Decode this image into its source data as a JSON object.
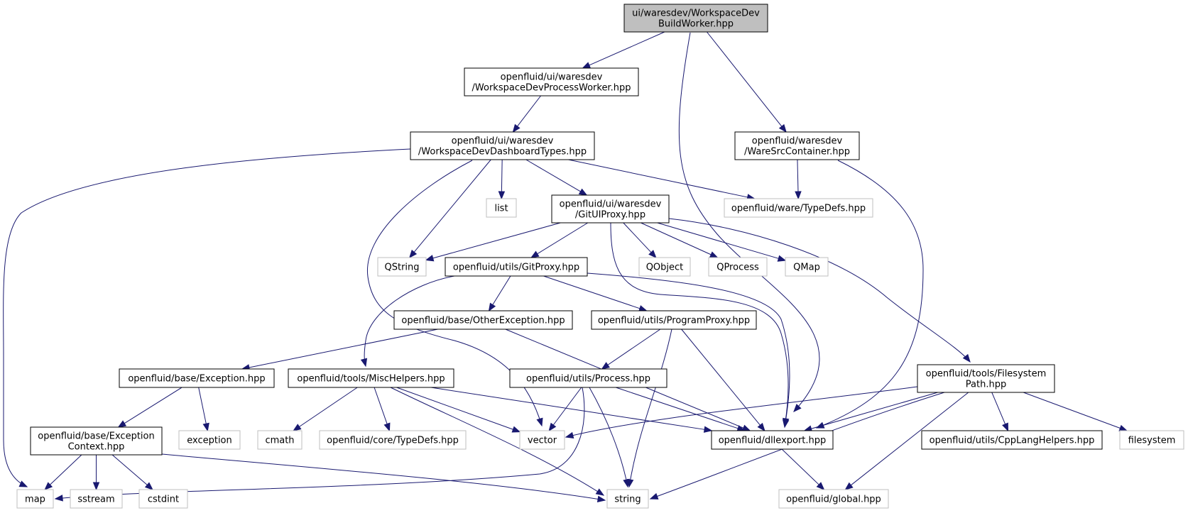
{
  "colors": {
    "edge": "#191970",
    "root_fill": "#bfbfbf",
    "documented_border": "#000000",
    "system_border": "#bfbfbf"
  },
  "nodes": [
    {
      "id": "root",
      "lines": [
        "ui/waresdev/WorkspaceDev",
        "BuildWorker.hpp"
      ],
      "kind": "root"
    },
    {
      "id": "procworker",
      "lines": [
        "openfluid/ui/waresdev",
        "/WorkspaceDevProcessWorker.hpp"
      ],
      "kind": "doc"
    },
    {
      "id": "dashtypes",
      "lines": [
        "openfluid/ui/waresdev",
        "/WorkspaceDevDashboardTypes.hpp"
      ],
      "kind": "doc"
    },
    {
      "id": "waresrc",
      "lines": [
        "openfluid/waresdev",
        "/WareSrcContainer.hpp"
      ],
      "kind": "doc"
    },
    {
      "id": "list",
      "lines": [
        "list"
      ],
      "kind": "sys"
    },
    {
      "id": "gituiproxy",
      "lines": [
        "openfluid/ui/waresdev",
        "/GitUIProxy.hpp"
      ],
      "kind": "doc"
    },
    {
      "id": "waretypedefs",
      "lines": [
        "openfluid/ware/TypeDefs.hpp"
      ],
      "kind": "sys"
    },
    {
      "id": "qstring",
      "lines": [
        "QString"
      ],
      "kind": "sys"
    },
    {
      "id": "gitproxy",
      "lines": [
        "openfluid/utils/GitProxy.hpp"
      ],
      "kind": "doc"
    },
    {
      "id": "qobject",
      "lines": [
        "QObject"
      ],
      "kind": "sys"
    },
    {
      "id": "qprocess",
      "lines": [
        "QProcess"
      ],
      "kind": "sys"
    },
    {
      "id": "qmap",
      "lines": [
        "QMap"
      ],
      "kind": "sys"
    },
    {
      "id": "otherexc",
      "lines": [
        "openfluid/base/OtherException.hpp"
      ],
      "kind": "doc"
    },
    {
      "id": "progproxy",
      "lines": [
        "openfluid/utils/ProgramProxy.hpp"
      ],
      "kind": "doc"
    },
    {
      "id": "exception",
      "lines": [
        "openfluid/base/Exception.hpp"
      ],
      "kind": "doc"
    },
    {
      "id": "mischelpers",
      "lines": [
        "openfluid/tools/MiscHelpers.hpp"
      ],
      "kind": "doc"
    },
    {
      "id": "process",
      "lines": [
        "openfluid/utils/Process.hpp"
      ],
      "kind": "doc"
    },
    {
      "id": "fspath",
      "lines": [
        "openfluid/tools/Filesystem",
        "Path.hpp"
      ],
      "kind": "doc"
    },
    {
      "id": "exccontext",
      "lines": [
        "openfluid/base/Exception",
        "Context.hpp"
      ],
      "kind": "doc"
    },
    {
      "id": "stdexception",
      "lines": [
        "exception"
      ],
      "kind": "sys"
    },
    {
      "id": "cmath",
      "lines": [
        "cmath"
      ],
      "kind": "sys"
    },
    {
      "id": "coretypedefs",
      "lines": [
        "openfluid/core/TypeDefs.hpp"
      ],
      "kind": "sys"
    },
    {
      "id": "vector",
      "lines": [
        "vector"
      ],
      "kind": "sys"
    },
    {
      "id": "dllexport",
      "lines": [
        "openfluid/dllexport.hpp"
      ],
      "kind": "doc"
    },
    {
      "id": "cpplang",
      "lines": [
        "openfluid/utils/CppLangHelpers.hpp"
      ],
      "kind": "doc"
    },
    {
      "id": "filesystem",
      "lines": [
        "filesystem"
      ],
      "kind": "sys"
    },
    {
      "id": "map",
      "lines": [
        "map"
      ],
      "kind": "sys"
    },
    {
      "id": "sstream",
      "lines": [
        "sstream"
      ],
      "kind": "sys"
    },
    {
      "id": "cstdint",
      "lines": [
        "cstdint"
      ],
      "kind": "sys"
    },
    {
      "id": "string",
      "lines": [
        "string"
      ],
      "kind": "sys"
    },
    {
      "id": "global",
      "lines": [
        "openfluid/global.hpp"
      ],
      "kind": "sys"
    }
  ],
  "edges": [
    {
      "from": "root",
      "to": "procworker"
    },
    {
      "from": "root",
      "to": "dllexport"
    },
    {
      "from": "root",
      "to": "waresrc"
    },
    {
      "from": "procworker",
      "to": "dashtypes"
    },
    {
      "from": "dashtypes",
      "to": "map"
    },
    {
      "from": "dashtypes",
      "to": "vector"
    },
    {
      "from": "dashtypes",
      "to": "qstring"
    },
    {
      "from": "dashtypes",
      "to": "list"
    },
    {
      "from": "dashtypes",
      "to": "gituiproxy"
    },
    {
      "from": "dashtypes",
      "to": "waretypedefs"
    },
    {
      "from": "waresrc",
      "to": "waretypedefs"
    },
    {
      "from": "waresrc",
      "to": "dllexport"
    },
    {
      "from": "gituiproxy",
      "to": "qstring"
    },
    {
      "from": "gituiproxy",
      "to": "gitproxy"
    },
    {
      "from": "gituiproxy",
      "to": "dllexport"
    },
    {
      "from": "gituiproxy",
      "to": "qobject"
    },
    {
      "from": "gituiproxy",
      "to": "qprocess"
    },
    {
      "from": "gituiproxy",
      "to": "qmap"
    },
    {
      "from": "gituiproxy",
      "to": "fspath"
    },
    {
      "from": "gitproxy",
      "to": "mischelpers"
    },
    {
      "from": "gitproxy",
      "to": "otherexc"
    },
    {
      "from": "gitproxy",
      "to": "progproxy"
    },
    {
      "from": "gitproxy",
      "to": "dllexport"
    },
    {
      "from": "otherexc",
      "to": "exception"
    },
    {
      "from": "otherexc",
      "to": "dllexport"
    },
    {
      "from": "progproxy",
      "to": "process"
    },
    {
      "from": "progproxy",
      "to": "string"
    },
    {
      "from": "progproxy",
      "to": "dllexport"
    },
    {
      "from": "exception",
      "to": "exccontext"
    },
    {
      "from": "exception",
      "to": "stdexception"
    },
    {
      "from": "mischelpers",
      "to": "cmath"
    },
    {
      "from": "mischelpers",
      "to": "coretypedefs"
    },
    {
      "from": "mischelpers",
      "to": "vector"
    },
    {
      "from": "mischelpers",
      "to": "string"
    },
    {
      "from": "mischelpers",
      "to": "dllexport"
    },
    {
      "from": "process",
      "to": "vector"
    },
    {
      "from": "process",
      "to": "map"
    },
    {
      "from": "process",
      "to": "string"
    },
    {
      "from": "process",
      "to": "dllexport"
    },
    {
      "from": "fspath",
      "to": "vector"
    },
    {
      "from": "fspath",
      "to": "dllexport"
    },
    {
      "from": "fspath",
      "to": "string"
    },
    {
      "from": "fspath",
      "to": "global"
    },
    {
      "from": "fspath",
      "to": "cpplang"
    },
    {
      "from": "fspath",
      "to": "filesystem"
    },
    {
      "from": "exccontext",
      "to": "map"
    },
    {
      "from": "exccontext",
      "to": "sstream"
    },
    {
      "from": "exccontext",
      "to": "cstdint"
    },
    {
      "from": "exccontext",
      "to": "string"
    },
    {
      "from": "dllexport",
      "to": "global"
    }
  ]
}
